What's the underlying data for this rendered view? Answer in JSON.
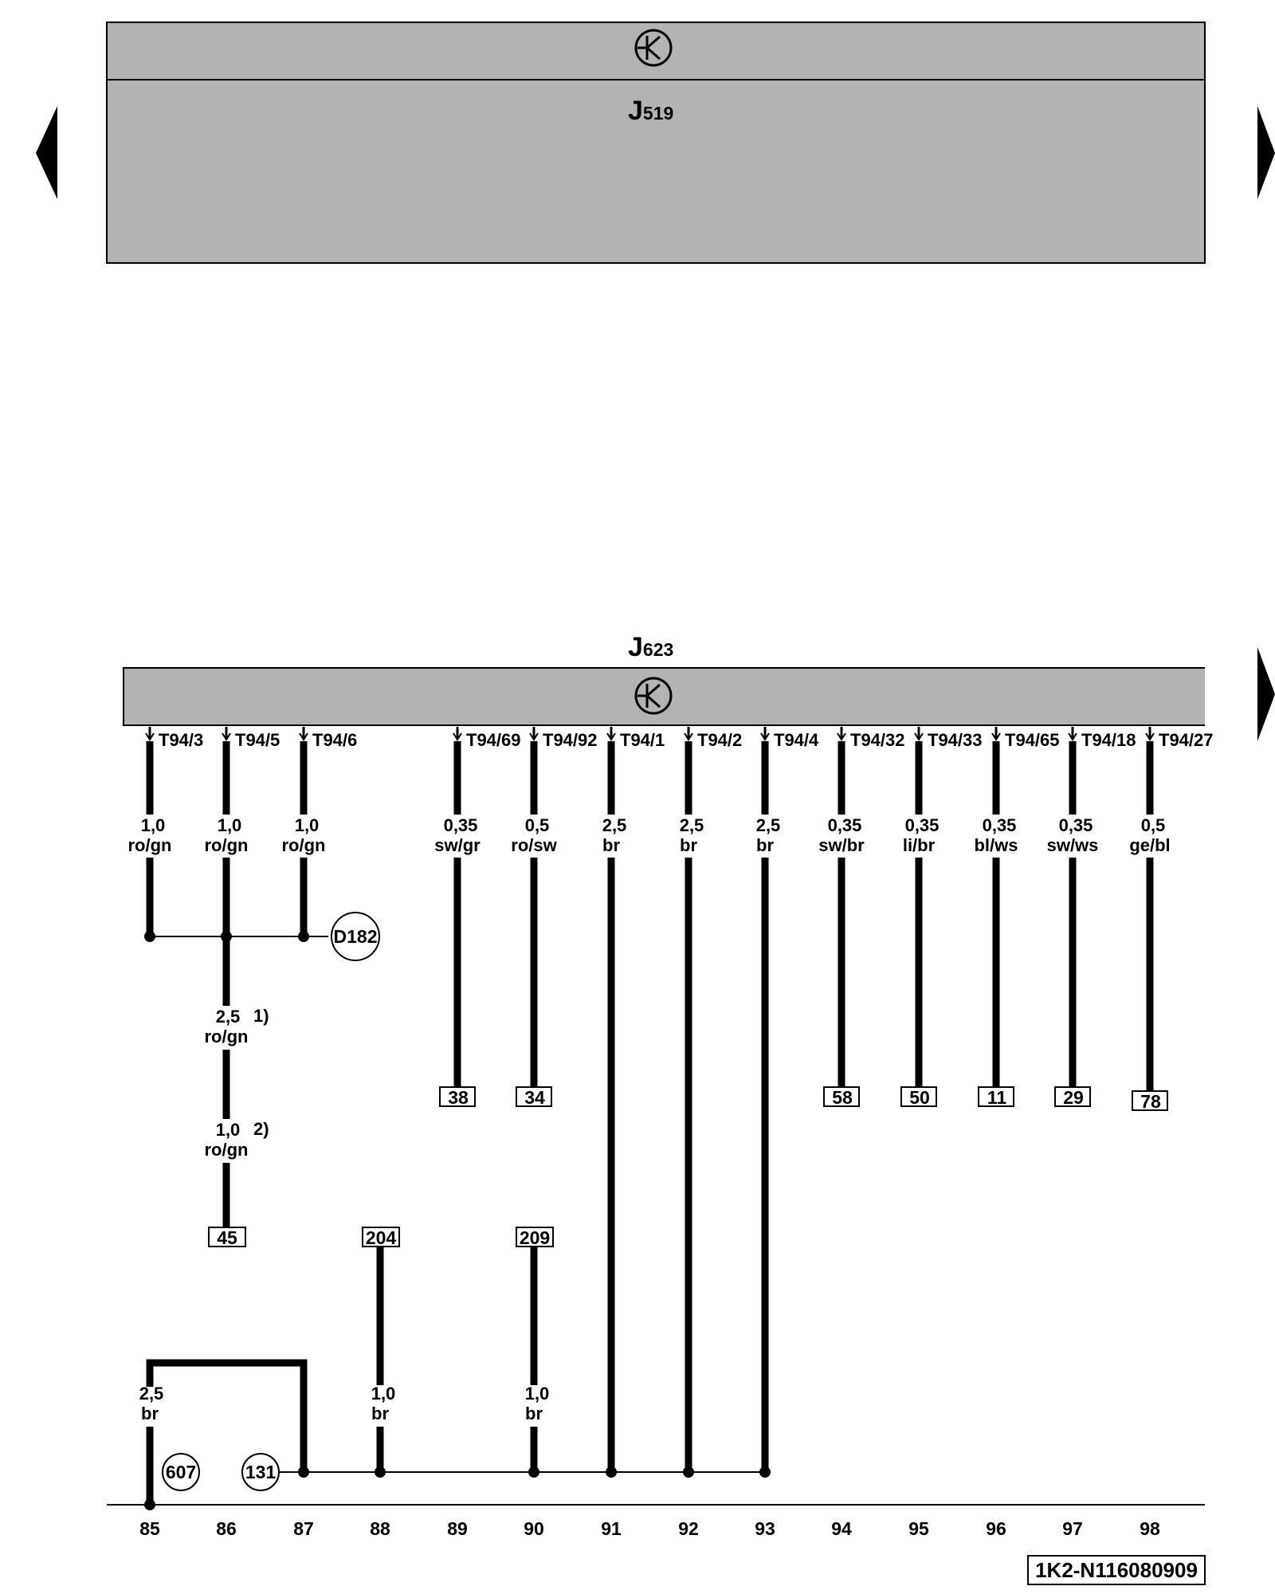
{
  "components": {
    "top": {
      "letter": "J",
      "number": "519",
      "icon": "transistor-symbol"
    },
    "bottom": {
      "letter": "J",
      "number": "623",
      "icon": "transistor-symbol"
    }
  },
  "navigation": {
    "left_arrow": "triangle-left",
    "right_arrow": "triangle-right"
  },
  "pins": [
    {
      "col": "85",
      "pin": "T94/3",
      "size": "1,0",
      "color": "ro/gn"
    },
    {
      "col": "86",
      "pin": "T94/5",
      "size": "1,0",
      "color": "ro/gn"
    },
    {
      "col": "87",
      "pin": "T94/6",
      "size": "1,0",
      "color": "ro/gn"
    },
    {
      "col": "89",
      "pin": "T94/69",
      "size": "0,35",
      "color": "sw/gr",
      "ref": "38"
    },
    {
      "col": "90",
      "pin": "T94/92",
      "size": "0,5",
      "color": "ro/sw",
      "ref": "34"
    },
    {
      "col": "91",
      "pin": "T94/1",
      "size": "2,5",
      "color": "br"
    },
    {
      "col": "92",
      "pin": "T94/2",
      "size": "2,5",
      "color": "br"
    },
    {
      "col": "93",
      "pin": "T94/4",
      "size": "2,5",
      "color": "br"
    },
    {
      "col": "94",
      "pin": "T94/32",
      "size": "0,35",
      "color": "sw/br",
      "ref": "58"
    },
    {
      "col": "95",
      "pin": "T94/33",
      "size": "0,35",
      "color": "li/br",
      "ref": "50"
    },
    {
      "col": "96",
      "pin": "T94/65",
      "size": "0,35",
      "color": "bl/ws",
      "ref": "11"
    },
    {
      "col": "97",
      "pin": "T94/18",
      "size": "0,35",
      "color": "sw/ws",
      "ref": "29"
    },
    {
      "col": "98",
      "pin": "T94/27",
      "size": "0,5",
      "color": "ge/bl",
      "ref": "78"
    }
  ],
  "connector": {
    "label": "D182"
  },
  "segments": [
    {
      "size": "2,5",
      "note": "1)",
      "color": "ro/gn"
    },
    {
      "size": "1,0",
      "note": "2)",
      "color": "ro/gn"
    }
  ],
  "ref_boxes": {
    "col86_bottom": "45",
    "col88_top": "204",
    "col90_top": "209"
  },
  "lower_wires": [
    {
      "size": "2,5",
      "color": "br"
    },
    {
      "size": "1,0",
      "color": "br"
    },
    {
      "size": "1,0",
      "color": "br"
    }
  ],
  "grounds": [
    "607",
    "131"
  ],
  "columns": [
    "85",
    "86",
    "87",
    "88",
    "89",
    "90",
    "91",
    "92",
    "93",
    "94",
    "95",
    "96",
    "97",
    "98"
  ],
  "doc_id": "1K2-N116080909"
}
